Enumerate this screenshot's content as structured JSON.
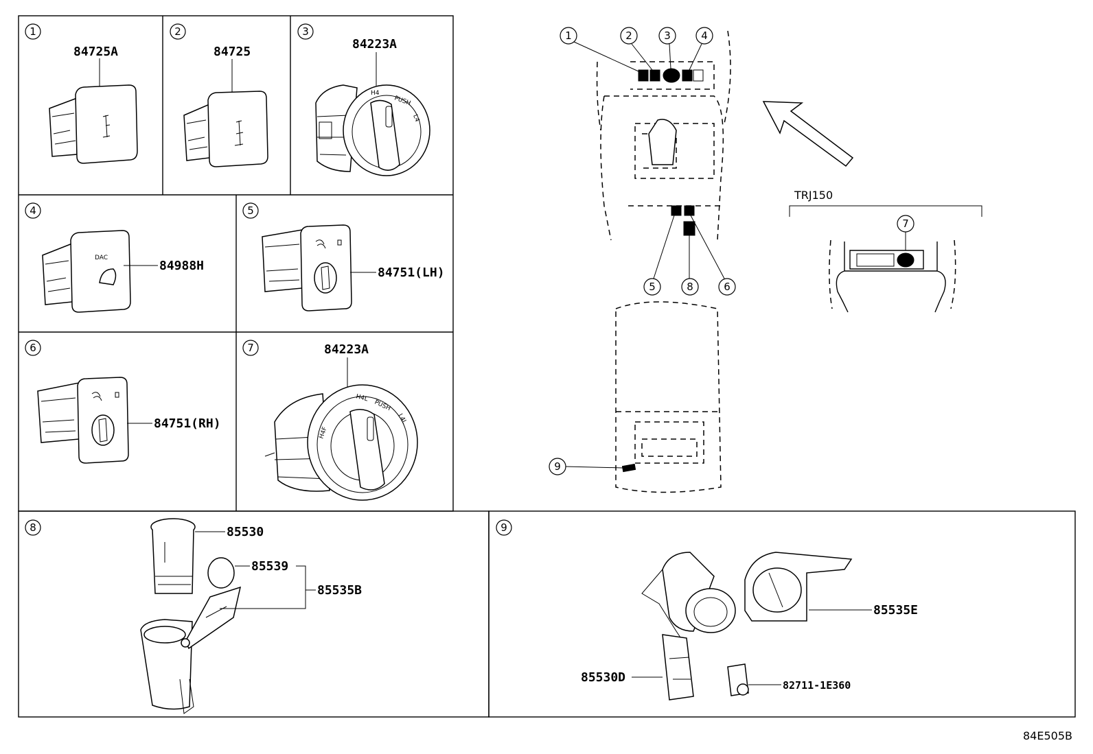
{
  "cells": [
    {
      "no": "1",
      "parts": [
        "84725A"
      ]
    },
    {
      "no": "2",
      "parts": [
        "84725"
      ]
    },
    {
      "no": "3",
      "parts": [
        "84223A"
      ]
    },
    {
      "no": "4",
      "parts": [
        "84988H"
      ],
      "face_text": "DAC"
    },
    {
      "no": "5",
      "parts": [
        "84751(LH)"
      ]
    },
    {
      "no": "6",
      "parts": [
        "84751(RH)"
      ]
    },
    {
      "no": "7",
      "parts": [
        "84223A"
      ]
    },
    {
      "no": "8",
      "parts": [
        "85530",
        "85539",
        "85535B"
      ]
    },
    {
      "no": "9",
      "parts": [
        "85535E",
        "85530D",
        "82711-1E360"
      ]
    }
  ],
  "knob_labels": {
    "h4": "H4",
    "h4f": "H4F",
    "h4l": "H4L",
    "push": "PUSH",
    "l4": "L4",
    "l4l": "L4L"
  },
  "location_view": {
    "callouts_top": [
      "1",
      "2",
      "3",
      "4"
    ],
    "callouts_bottom": [
      "5",
      "8",
      "6"
    ],
    "callout_console": "9",
    "variant_label": "TRJ150",
    "variant_callout": "7"
  },
  "diagram_code": "84E505B"
}
